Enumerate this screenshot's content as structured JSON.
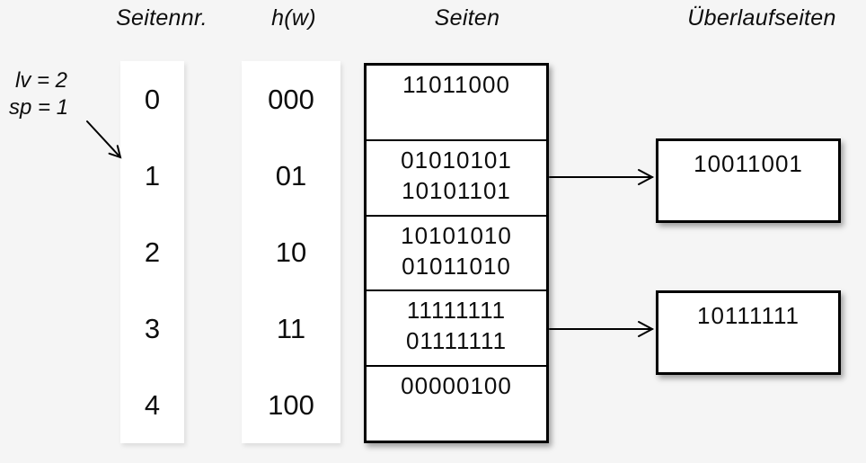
{
  "diagram": {
    "kind": "linear-hashing-page-table",
    "colors": {
      "background": "#f5f5f5",
      "box_background": "#ffffff",
      "border": "#000000",
      "text": "#0d0d0d"
    }
  },
  "headers": {
    "seitennr": "Seitennr.",
    "hash": "h(w)",
    "seiten": "Seiten",
    "ueberlauf": "Überlaufseiten"
  },
  "annotation": {
    "lv": "lv = 2",
    "sp": "sp = 1"
  },
  "buckets": [
    {
      "page_no": "0",
      "hash": "000",
      "entries": [
        "11011000"
      ]
    },
    {
      "page_no": "1",
      "hash": "01",
      "entries": [
        "01010101",
        "10101101"
      ],
      "overflow": "10011001"
    },
    {
      "page_no": "2",
      "hash": "10",
      "entries": [
        "10101010",
        "01011010"
      ]
    },
    {
      "page_no": "3",
      "hash": "11",
      "entries": [
        "11111111",
        "01111111"
      ],
      "overflow": "10111111"
    },
    {
      "page_no": "4",
      "hash": "100",
      "entries": [
        "00000100"
      ]
    }
  ]
}
